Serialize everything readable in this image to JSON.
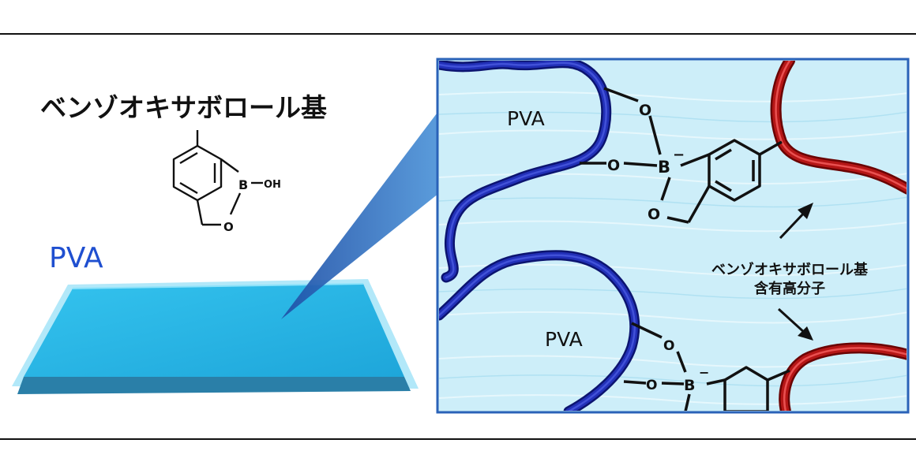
{
  "left_panel": {
    "group_title": "ベンゾオキサボロール基",
    "film_label": "PVA",
    "molecule_atoms": {
      "boron": "B",
      "hydroxyl": "OH",
      "ring_oxygen": "O"
    }
  },
  "zoom_panel": {
    "pva_label_top": "PVA",
    "pva_label_bottom": "PVA",
    "atoms": {
      "oxygen": "O",
      "boron": "B",
      "charge": "−"
    },
    "polymer_label_line1": "ベンゾオキサボロール基",
    "polymer_label_line2": "含有高分子"
  },
  "colors": {
    "pva_text": "#1f4fd0",
    "film_top": "#29b6e6",
    "film_side": "#2a7fa8",
    "panel_bg": "#cdeef9",
    "panel_border": "#2a62b8",
    "pva_chain": "#15209a",
    "polymer_chain": "#b01212",
    "zoom_beam": "#2f6fc2"
  }
}
